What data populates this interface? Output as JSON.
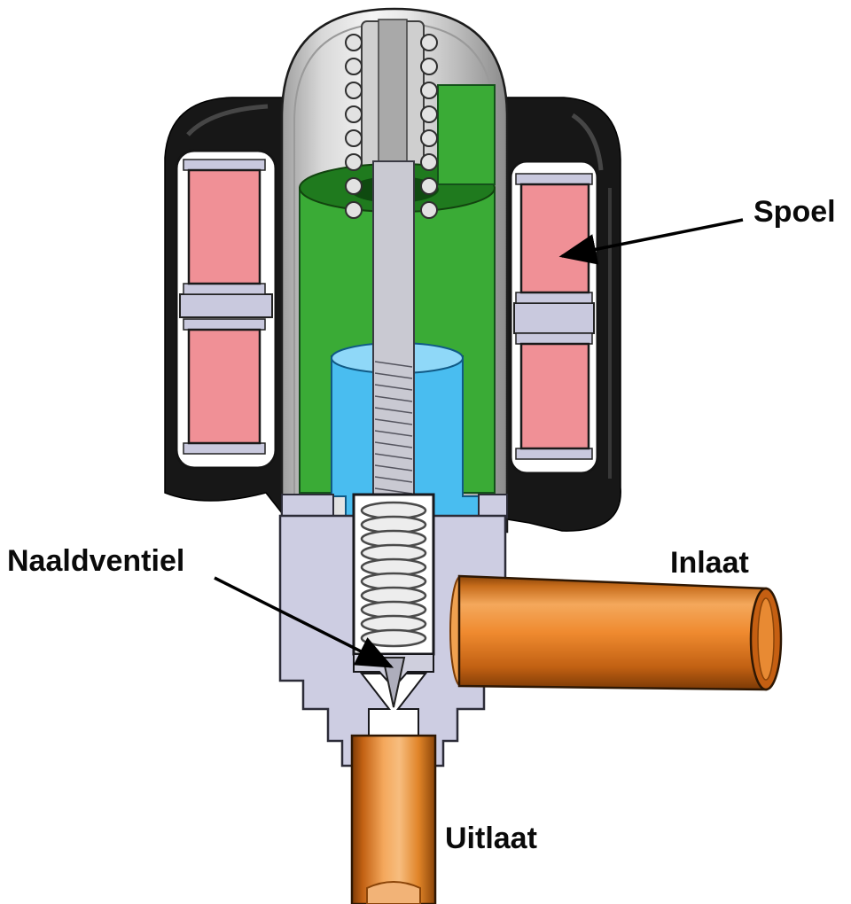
{
  "labels": {
    "spoel": "Spoel",
    "naaldventiel": "Naaldventiel",
    "inlaat": "Inlaat",
    "uitlaat": "Uitlaat"
  },
  "colors": {
    "background": "#ffffff",
    "casing_black": "#171717",
    "coil_pink": "#f09096",
    "bobbin_lavender": "#c9c9de",
    "dome_silver": "#d6d6d6",
    "rotor_green": "#3aab36",
    "rotor_green_dark": "#1f7a1e",
    "sleeve_blue": "#49bdf0",
    "sleeve_blue_light": "#8fd8f8",
    "body_lavender": "#cdcde2",
    "pipe_orange": "#ed7b23",
    "spring_gray": "#ededed",
    "label_text": "#0a0a0a"
  }
}
